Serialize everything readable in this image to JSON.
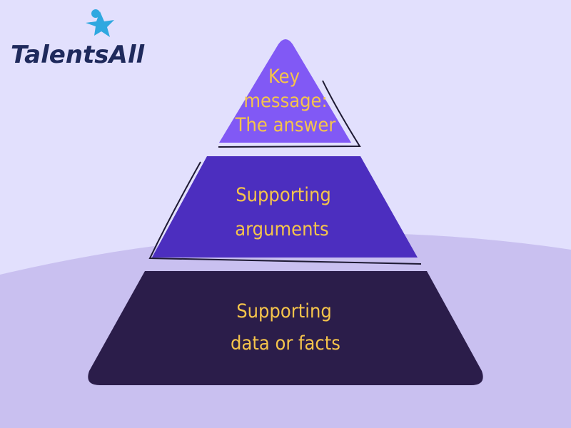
{
  "logo": {
    "text": "TalentsAll"
  },
  "pyramid": {
    "tiers": [
      {
        "lines": [
          "Key",
          "message:",
          "The answer"
        ],
        "color": "#8159f5"
      },
      {
        "lines": [
          "Supporting",
          "arguments"
        ],
        "color": "#4c2ebf"
      },
      {
        "lines": [
          "Supporting",
          "data or facts"
        ],
        "color": "#2b1d4a"
      }
    ],
    "text_color": "#f5c44b"
  }
}
